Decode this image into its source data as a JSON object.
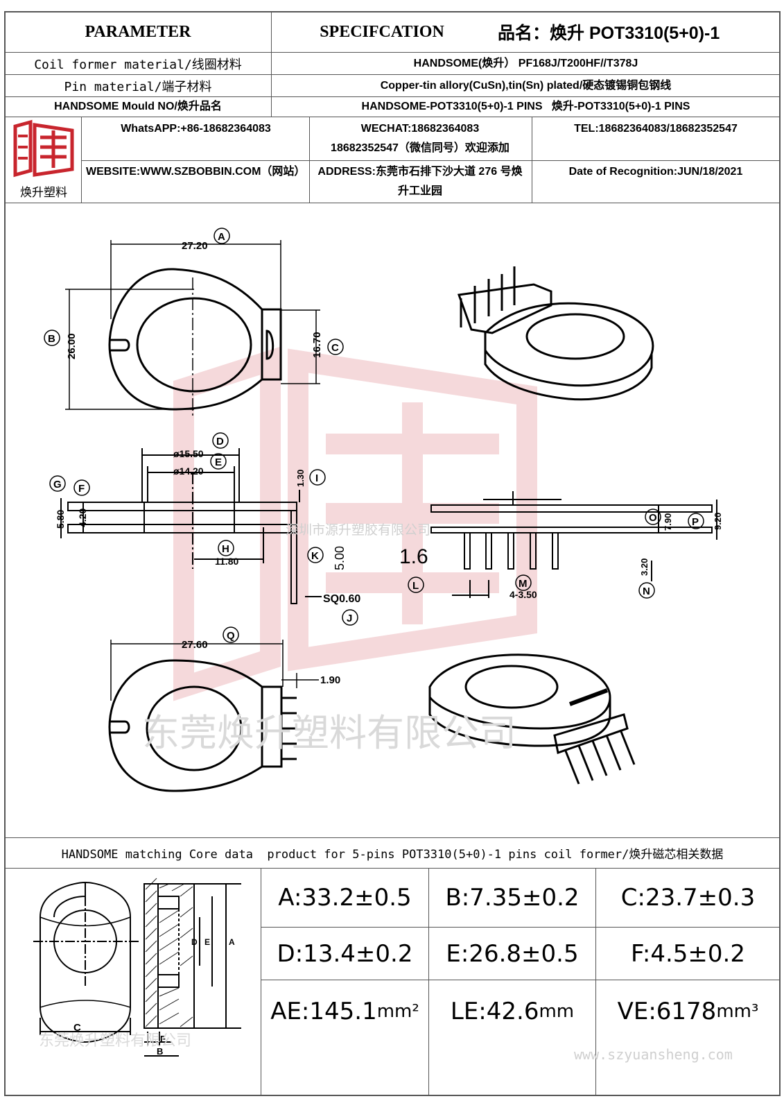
{
  "header": {
    "parameter": "PARAMETER",
    "specification": "SPECIFCATION",
    "product_label": "品名：",
    "product_name": "焕升 POT3310(5+0)-1"
  },
  "rows": [
    {
      "param": "Coil former material/线圈材料",
      "spec": "HANDSOME(焕升）  PF168J/T200HF//T378J"
    },
    {
      "param": "Pin material/端子材料",
      "spec": "Copper-tin allory(CuSn),tin(Sn) plated/硬态镀锡铜包钢线"
    },
    {
      "param": "HANDSOME Mould NO/焕升品名",
      "spec": "HANDSOME-POT3310(5+0)-1 PINS   焕升-POT3310(5+0)-1 PINS"
    }
  ],
  "company": {
    "logo_caption": "焕升塑料",
    "whatsapp": "WhatsAPP:+86-18682364083",
    "wechat_line1": "WECHAT:18682364083",
    "wechat_line2": "18682352547（微信同号）欢迎添加",
    "tel": "TEL:18682364083/18682352547",
    "website": "WEBSITE:WWW.SZBOBBIN.COM（网站）",
    "address": "ADDRESS:东莞市石排下沙大道 276 号焕升工业园",
    "date": "Date of Recognition:JUN/18/2021"
  },
  "drawing": {
    "watermark_mid": "深圳市源升塑胶有限公司",
    "watermark_big": "东莞焕升塑料有限公司",
    "dims": {
      "A": "27.20",
      "B": "26.00",
      "C": "16.70",
      "D": "ø15.50",
      "E": "ø14.20",
      "G": "5.80",
      "F": "4.20",
      "I": "1.30",
      "H": "11.80",
      "K": "5.00",
      "J": "SQ0.60",
      "L": "1.6",
      "M": "4-3.50",
      "O": "7.90",
      "P": "9.20",
      "N": "3.20",
      "Q": "27.60",
      "R": "1.90"
    },
    "letters": [
      "A",
      "B",
      "C",
      "D",
      "E",
      "F",
      "G",
      "H",
      "I",
      "J",
      "K",
      "L",
      "M",
      "N",
      "O",
      "P",
      "Q"
    ]
  },
  "core_section": {
    "title": "HANDSOME matching Core data  product for 5-pins POT3310(5+0)-1 pins coil former/焕升磁芯相关数据",
    "watermark": "东莞焕升塑料有限公司",
    "footer_url": "www.szyuansheng.com",
    "fig_labels": {
      "C": "C",
      "D": "D",
      "E": "E",
      "A": "A",
      "F": "F",
      "B": "B"
    },
    "values": [
      {
        "label": "A:33.2±0.5"
      },
      {
        "label": "B:7.35±0.2"
      },
      {
        "label": "C:23.7±0.3"
      },
      {
        "label": "D:13.4±0.2"
      },
      {
        "label": "E:26.8±0.5"
      },
      {
        "label": "F:4.5±0.2"
      }
    ],
    "ae": {
      "label": "AE:145.1",
      "unit": "mm²"
    },
    "le": {
      "label": "LE:42.6",
      "unit": "mm"
    },
    "ve": {
      "label": "VE:6178",
      "unit": "mm³"
    }
  }
}
